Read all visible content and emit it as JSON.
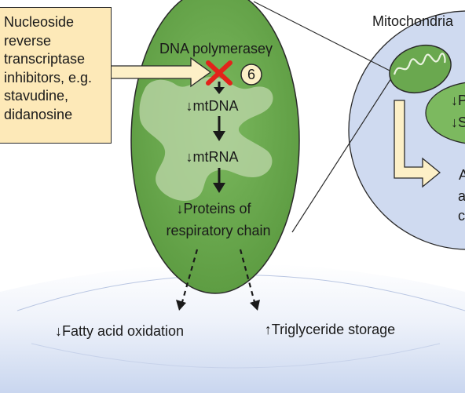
{
  "inhibitor_box": {
    "lines": [
      "Nucleoside",
      "reverse",
      "transcriptase",
      "inhibitors, e.g.",
      "stavudine,",
      "didanosine"
    ]
  },
  "mitochondrion": {
    "enzyme": "DNA polymeraseγ",
    "step_number": "6",
    "mtdna": "↓mtDNA",
    "mtrna": "↓mtRNA",
    "proteins_line1": "↓Proteins of",
    "proteins_line2": "respiratory chain"
  },
  "cell": {
    "fatty_acid": "↓Fatty acid oxidation",
    "triglyceride": "↑Triglyceride storage"
  },
  "inset": {
    "title": "Mitochondria",
    "label_1": "↓P",
    "label_2": "↓S",
    "text_a": "A",
    "text_b": "a",
    "text_c": "c"
  },
  "colors": {
    "mito_green": "#6aa84f",
    "mito_dark": "#3d6e2a",
    "cristae": "#b9d5a5",
    "inset_bg": "#cfdaf0",
    "cell_bg": "#d8e1f2",
    "box_fill": "#fde9b8",
    "inhibit_red": "#e2231a"
  }
}
